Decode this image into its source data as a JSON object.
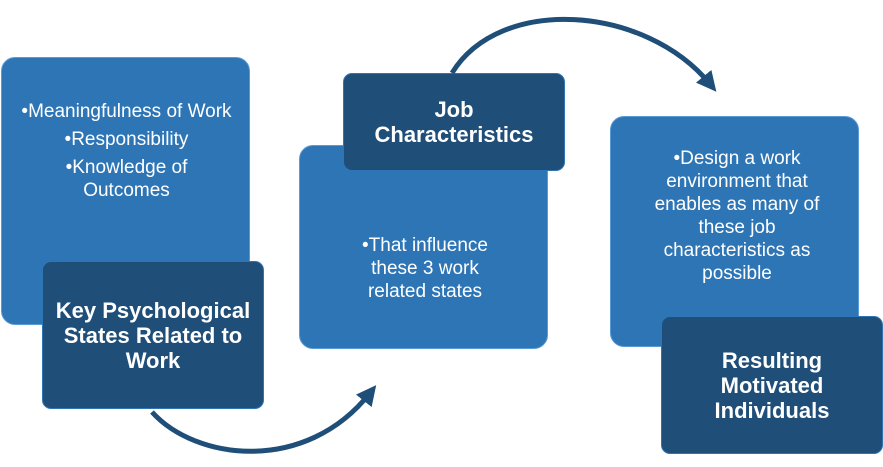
{
  "colors": {
    "card_fill": "#2e75b6",
    "label_fill": "#1f4e79",
    "arrow": "#1f4e79",
    "text": "#ffffff"
  },
  "stages": [
    {
      "title": "Key Psychological States Related to Work",
      "bullets": [
        "Meaningfulness of Work",
        "Responsibility",
        "Knowledge of Outcomes"
      ]
    },
    {
      "title": "Job Characteristics",
      "bullets": [
        "That influence these 3 work related states"
      ]
    },
    {
      "title": "Resulting Motivated Individuals",
      "bullets": [
        "Design a work environment that enables as many of these job characteristics as possible"
      ]
    }
  ]
}
